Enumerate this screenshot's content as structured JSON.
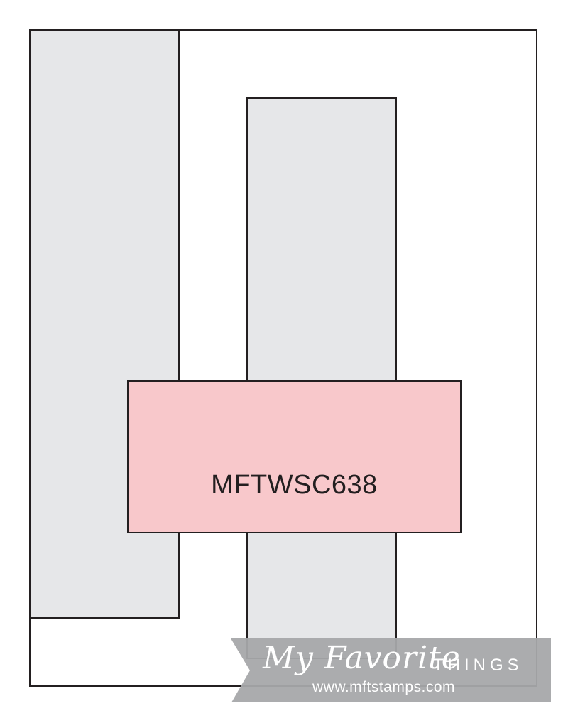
{
  "sketch": {
    "code": "MFTWSC638"
  },
  "brand": {
    "script_text": "My Favorite",
    "caps_text": "THINGS",
    "url": "www.mftstamps.com"
  },
  "colors": {
    "outline": "#231f20",
    "panel_gray": "#e6e7e9",
    "panel_pink": "#f8c8cb",
    "banner_gray": "#a7a8aa"
  }
}
